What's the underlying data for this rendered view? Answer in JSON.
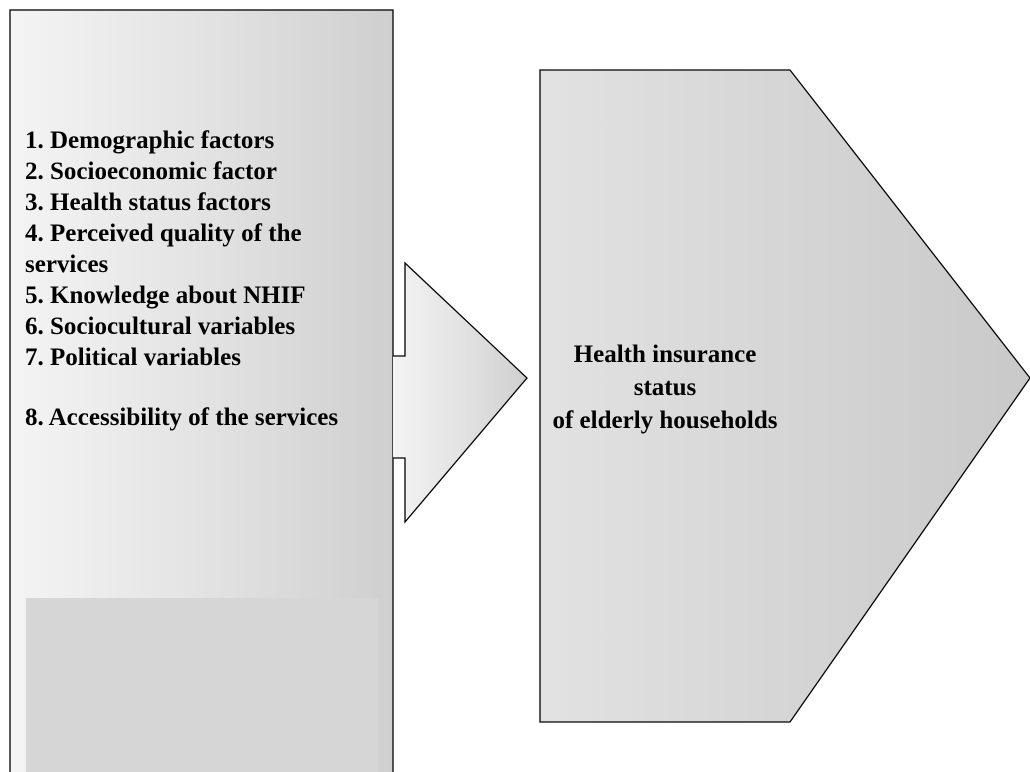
{
  "factors": {
    "items": [
      "1. Demographic factors",
      "2. Socioeconomic factor",
      "3. Health status factors",
      "4. Perceived quality of the services",
      "5. Knowledge about NHIF",
      "6. Sociocultural variables",
      "7. Political variables",
      "8. Accessibility of the services"
    ]
  },
  "outcome": {
    "line1": "Health insurance status",
    "line2": "of elderly households"
  }
}
